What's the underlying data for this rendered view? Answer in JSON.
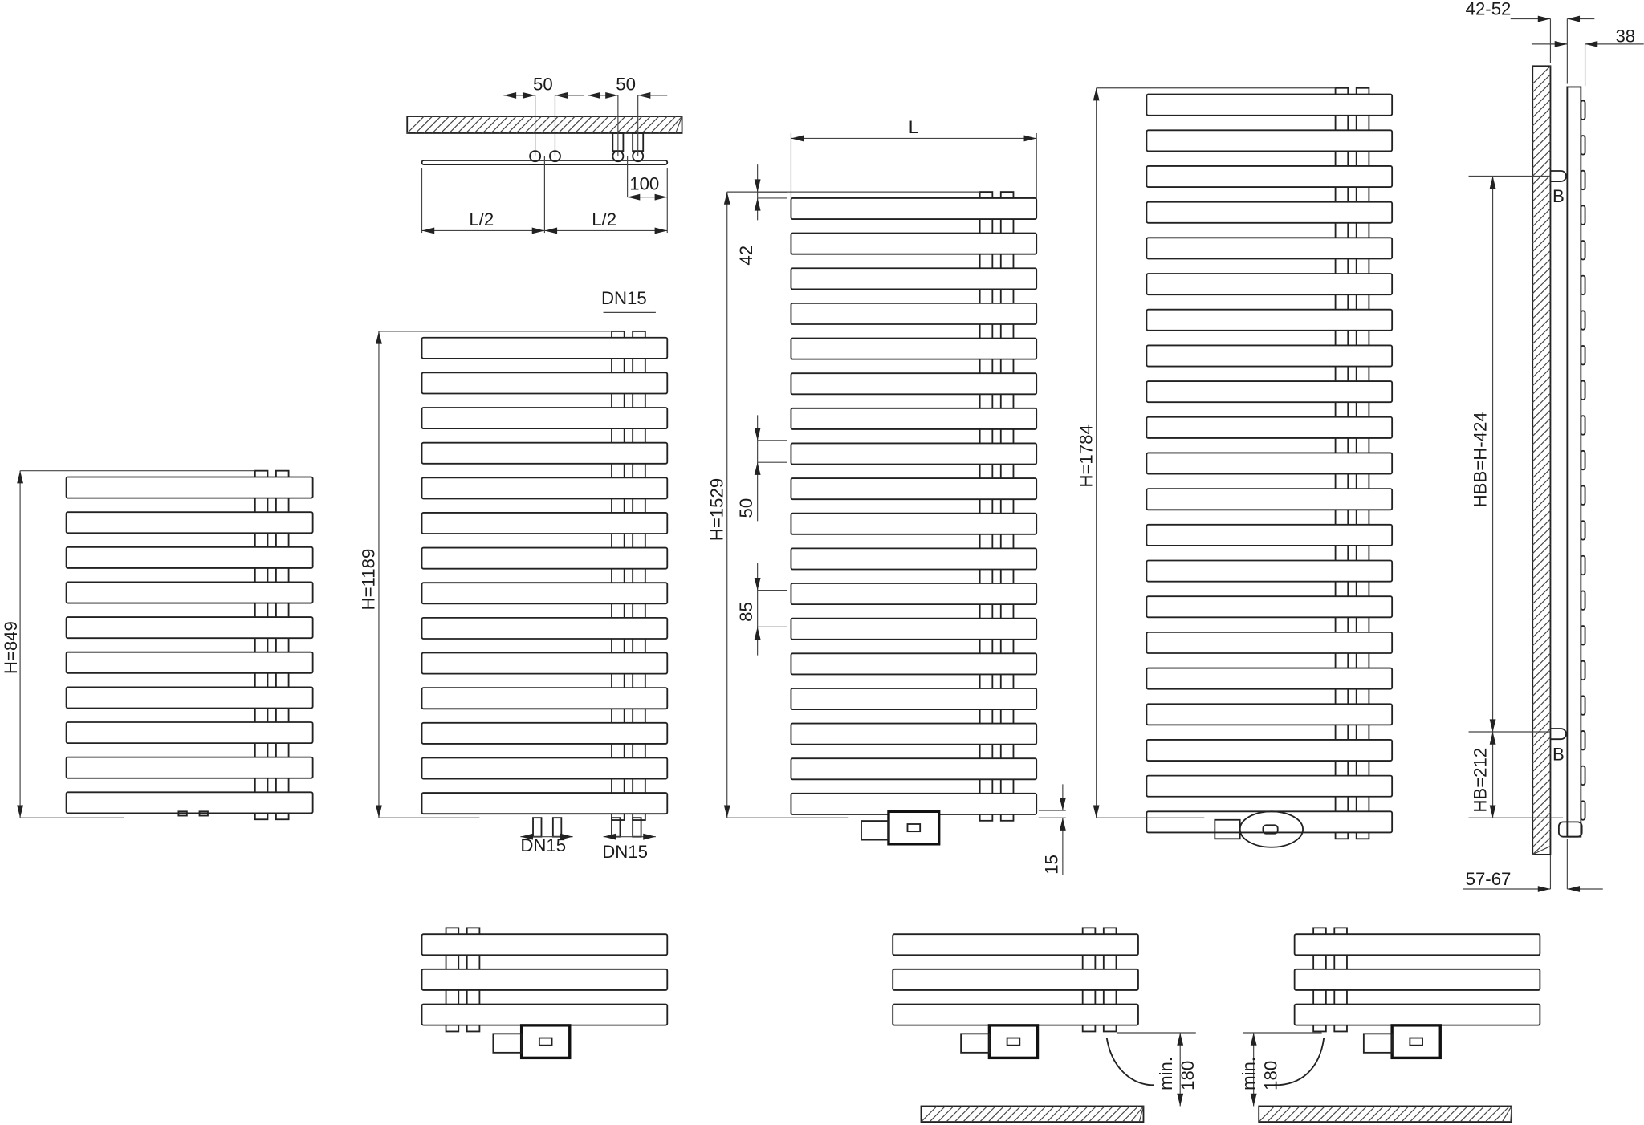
{
  "colors": {
    "line": "#222222",
    "background": "#ffffff"
  },
  "top_view": {
    "dim_a": "50",
    "dim_b": "50",
    "dim_c": "100",
    "half_left": "L/2",
    "half_right": "L/2"
  },
  "radiators": [
    {
      "height_label": "H=849",
      "bars": 10
    },
    {
      "height_label": "H=1189",
      "bars": 14,
      "conn_top": "DN15",
      "conn_bottom_mid": "DN15",
      "conn_bottom_right": "DN15"
    },
    {
      "height_label": "H=1529",
      "bars": 18,
      "width_label": "L",
      "pitch_top": "42",
      "gap": "50",
      "pitch": "85",
      "bottom_offset": "15"
    },
    {
      "height_label": "H=1784",
      "bars": 21
    }
  ],
  "side_view": {
    "wall_gap": "42-52",
    "depth": "38",
    "bracket_top": "B",
    "bracket_bottom": "B",
    "hbb": "HBB=H-424",
    "hb": "HB=212",
    "total_depth": "57-67"
  },
  "details": [
    {
      "bars": 3
    },
    {
      "bars": 3,
      "min_label": "min.",
      "min_value": "180"
    },
    {
      "bars": 3,
      "min_label": "min.",
      "min_value": "180"
    }
  ]
}
